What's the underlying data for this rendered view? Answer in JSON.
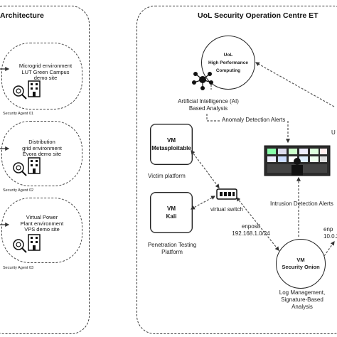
{
  "left_panel": {
    "title": "Architecture",
    "sites": [
      {
        "lines": [
          "Microgrid environment",
          "LUT Green Campus",
          "demo site"
        ],
        "agent": "Security Agent 01"
      },
      {
        "lines": [
          "Distribution",
          "grid environment",
          "Évora demo site"
        ],
        "agent": "Security Agent 02"
      },
      {
        "lines": [
          "Virtual Power",
          "Plant environment",
          "VPS demo site"
        ],
        "agent": "Security Agent 03"
      }
    ]
  },
  "right_panel": {
    "title": "UoL Security Operation Centre ET",
    "hpc": {
      "lines": [
        "UoL",
        "High Performance",
        "Computing"
      ]
    },
    "ai_label": [
      "Artificial Intelligence (AI)",
      "Based Analysis"
    ],
    "anomaly_label": "Anomaly Detection Alerts",
    "intrusion_label": "Intrusion Detection Alerts",
    "cut_label_right": "U",
    "vm_metasploitable": {
      "lines": [
        "VM",
        "Metasploitable"
      ],
      "caption": "Victim platform"
    },
    "vm_kali": {
      "lines": [
        "VM",
        "Kali"
      ],
      "caption": [
        "Penetration Testing",
        "Platform"
      ]
    },
    "switch_label": "virtual switch",
    "enpos": {
      "name": "enpos8",
      "ip": "192.168.1.0/24"
    },
    "security_onion": {
      "lines": [
        "VM",
        "Security Onion"
      ],
      "caption": [
        "Log Management,",
        "Signature-Based",
        "Analysis"
      ]
    },
    "enp_cut": [
      "enp",
      "10.0.2"
    ]
  }
}
